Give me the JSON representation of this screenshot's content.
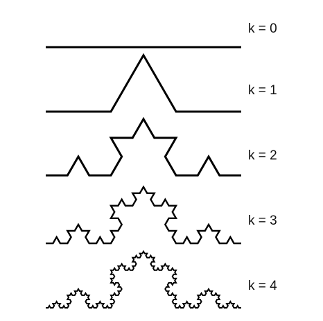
{
  "figure": {
    "curves": [
      {
        "label": "k = 0",
        "iteration": 0
      },
      {
        "label": "k = 1",
        "iteration": 1
      },
      {
        "label": "k = 2",
        "iteration": 2
      },
      {
        "label": "k = 3",
        "iteration": 3
      },
      {
        "label": "k = 4",
        "iteration": 4
      }
    ],
    "stroke_color": "#000000"
  }
}
